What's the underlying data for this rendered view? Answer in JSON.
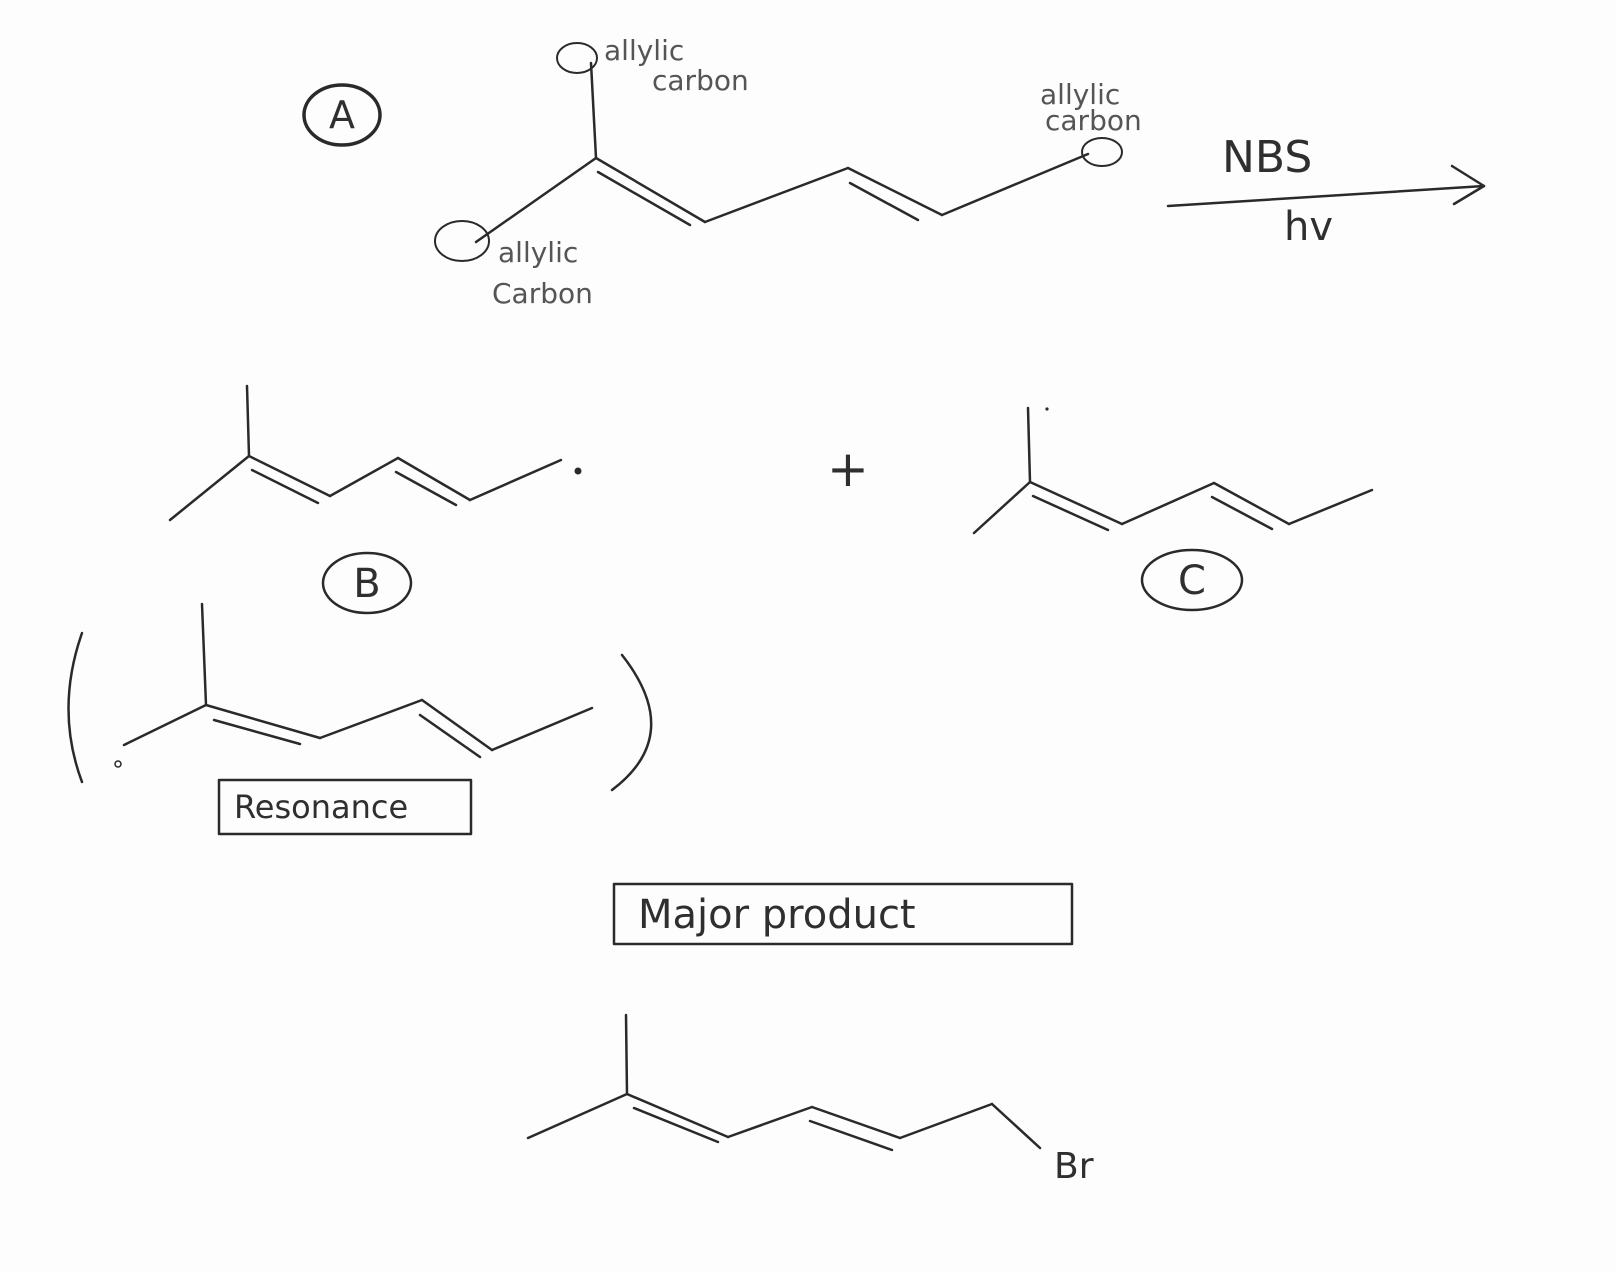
{
  "labels": {
    "compound_a": "A",
    "compound_b": "B",
    "compound_c": "C",
    "allylic_top_line1": "allylic",
    "allylic_top_line2": "carbon",
    "allylic_left_line1": "allylic",
    "allylic_left_line2": "Carbon",
    "allylic_right_line1": "allylic",
    "allylic_right_line2": "carbon",
    "reagent_top": "NBS",
    "reagent_bottom": "hv",
    "plus": "+",
    "resonance": "Resonance",
    "major_product": "Major product",
    "bromine": "Br"
  }
}
